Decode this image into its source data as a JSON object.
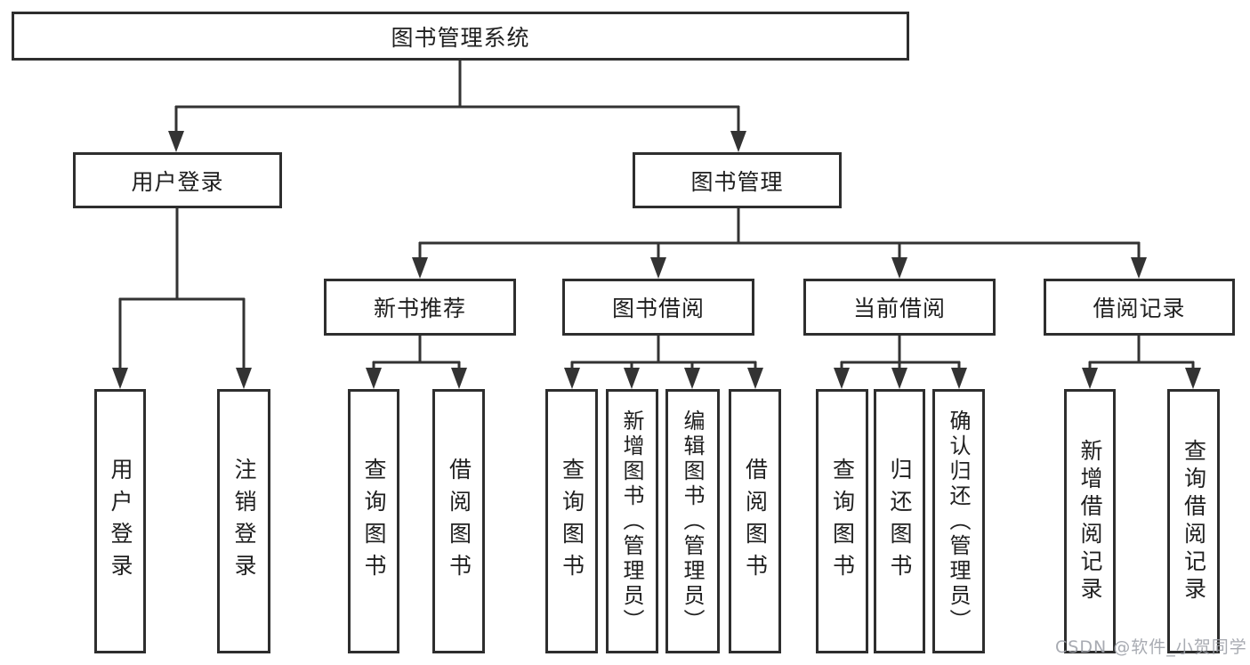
{
  "nodes": {
    "root": "图书管理系统",
    "level2": [
      "用户登录",
      "图书管理"
    ],
    "level3": [
      "新书推荐",
      "图书借阅",
      "当前借阅",
      "借阅记录"
    ],
    "leaves": [
      "用户登录",
      "注销登录",
      "查询图书",
      "借阅图书",
      "查询图书",
      "新增图书（管理员）",
      "编辑图书（管理员）",
      "借阅图书",
      "查询图书",
      "归还图书",
      "确认归还（管理员）",
      "新增借阅记录",
      "查询借阅记录"
    ]
  },
  "watermark": "CSDN @软件_小贺同学",
  "colors": {
    "line": "#333333",
    "box_border": "#2e2e2e",
    "text": "#1f1f1f",
    "watermark": "#9ea2aa",
    "background": "#ffffff"
  }
}
